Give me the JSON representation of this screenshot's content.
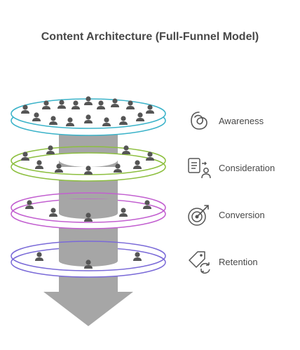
{
  "title": "Content Architecture (Full-Funnel Model)",
  "stages": [
    {
      "label": "Awareness",
      "icon": "threads-icon",
      "color": "#3bb3c9"
    },
    {
      "label": "Consideration",
      "icon": "checklist-person-icon",
      "color": "#8dbf3f"
    },
    {
      "label": "Conversion",
      "icon": "target-arrow-icon",
      "color": "#c25fd0"
    },
    {
      "label": "Retention",
      "icon": "tag-cycle-icon",
      "color": "#7a6ad8"
    }
  ],
  "colors": {
    "column": "#a6a6a6",
    "person": "#555555",
    "text": "#484848"
  }
}
